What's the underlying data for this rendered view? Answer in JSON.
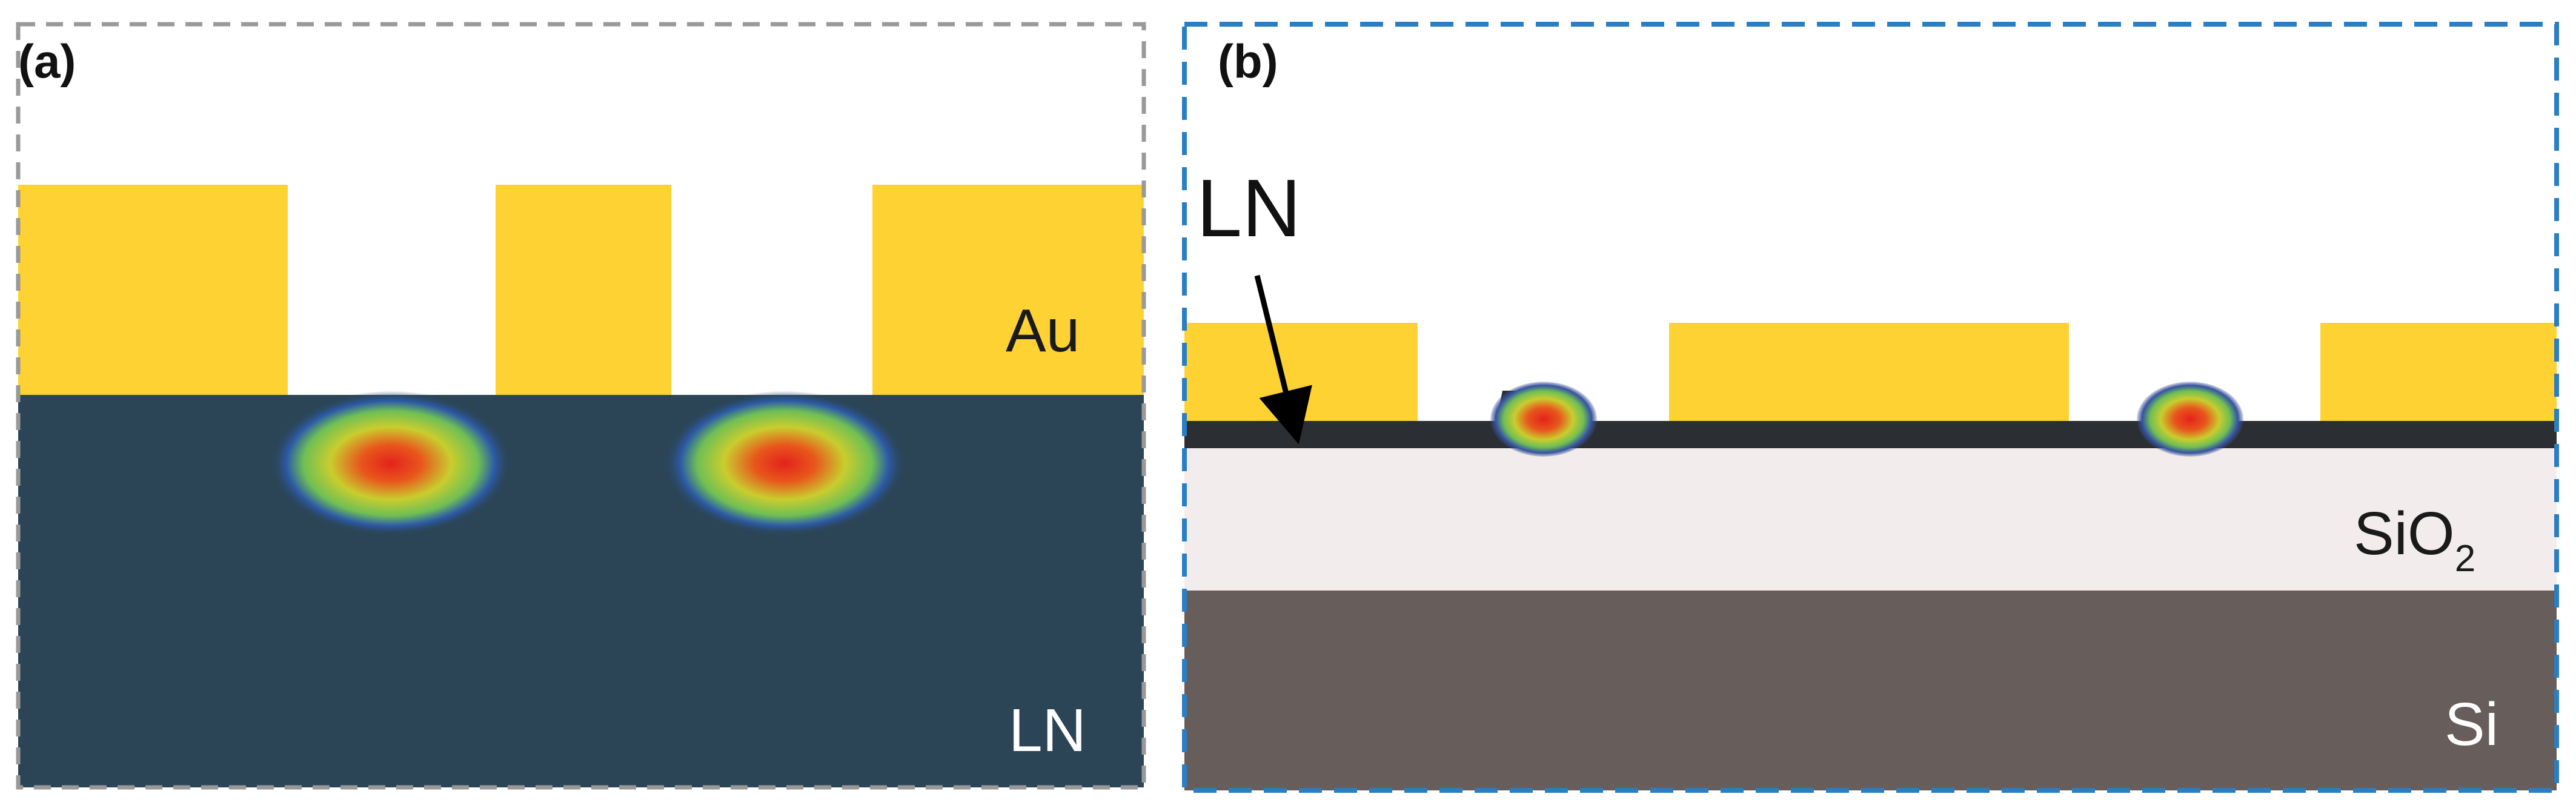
{
  "colors": {
    "gold": "#fdd232",
    "ln_substrate": "#2b4556",
    "ln_film": "#2b2f33",
    "sio2": "#f2ecec",
    "si": "#675d5b",
    "frame_a": "#999999",
    "frame_b": "#2a7fc4"
  },
  "panel_a": {
    "label": "(a)",
    "au_label": "Au",
    "ln_label": "LN"
  },
  "panel_b": {
    "label": "(b)",
    "ln_label": "LN",
    "sio2_label": "SiO",
    "sio2_subscript": "2",
    "si_label": "Si"
  },
  "icons": [
    "optical-mode-profile",
    "arrow-down"
  ]
}
